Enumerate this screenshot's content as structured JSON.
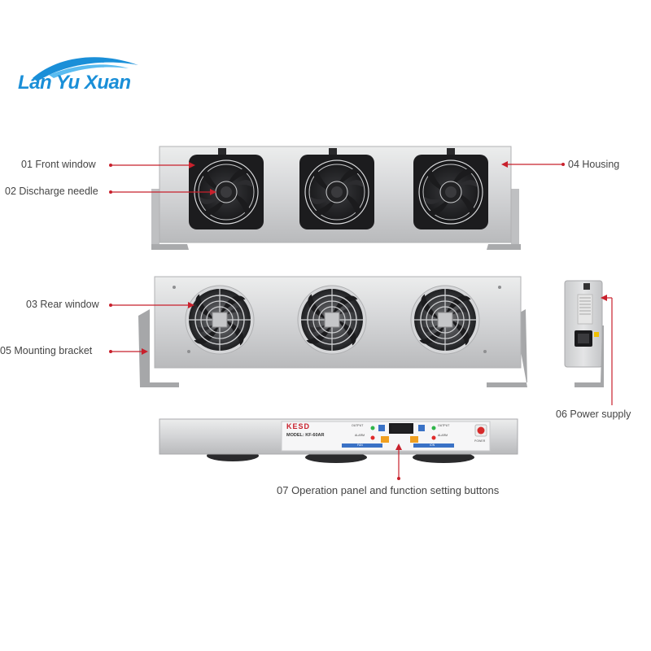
{
  "logo": {
    "text": "Lan Yu Xuan"
  },
  "callouts": {
    "front_window": "01  Front window",
    "discharge_needle": "02  Discharge needle",
    "rear_window": "03  Rear window",
    "housing": "04  Housing",
    "mounting_bracket": "05  Mounting bracket",
    "power_supply": "06  Power supply",
    "operation_panel": "07  Operation panel and function setting buttons"
  },
  "panel": {
    "brand": "KESD",
    "model": "MODEL: KF-60AR",
    "output_left": "OUTPUT",
    "alarm_left": "ALARM",
    "output_right": "OUTPUT",
    "alarm_right": "ALARM",
    "fan_label": "FAN",
    "ion_label": "ION",
    "power_label": "POWER"
  },
  "colors": {
    "accent": "#c8202c",
    "logo_blue": "#1a8fd8",
    "housing": "#d9dadc",
    "fan_dark": "#2a2a2c"
  }
}
